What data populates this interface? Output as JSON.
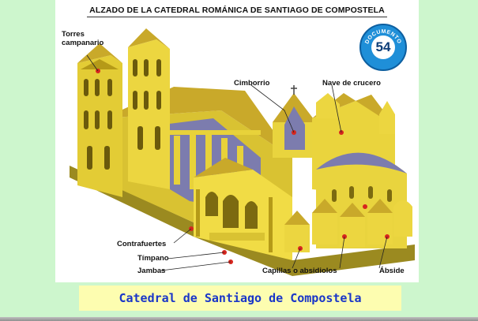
{
  "diagram": {
    "title": "ALZADO DE LA CATEDRAL ROMÁNICA DE SANTIAGO DE COMPOSTELA",
    "badge": {
      "word": "DOCUMENTO",
      "number": "54"
    },
    "labels": {
      "torres": "Torres\ncampanario",
      "cimborrio": "Cimborrio",
      "nave": "Nave de crucero",
      "contrafuertes": "Contrafuertes",
      "timpano": "Tímpano",
      "jambas": "Jambas",
      "capillas": "Capillas o absidiolos",
      "abside": "Ábside"
    },
    "colors": {
      "stone": "#e8d23a",
      "stone_dark": "#b59a18",
      "roof": "#c9a92a",
      "shadow": "#8a7410",
      "marker": "#d7261e",
      "interior": "#6a6a9e"
    }
  },
  "caption": "Catedral de Santiago de Compostela"
}
